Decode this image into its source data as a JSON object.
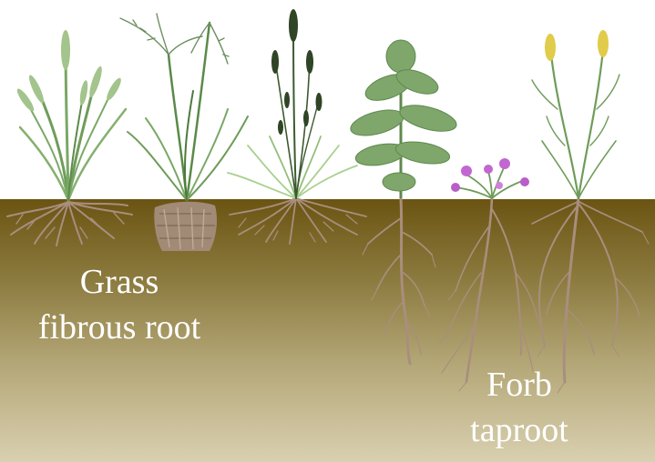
{
  "labels": {
    "grass_line1": "Grass",
    "grass_line2": "fibrous root",
    "forb_line1": "Forb",
    "forb_line2": "taproot"
  },
  "colors": {
    "soil_top": "#6b5412",
    "soil_bottom": "#d9d0b0",
    "leaf_green": "#6f9c5a",
    "root_tan": "#a98e7e",
    "flower_pink": "#c267d1",
    "seed_yellow": "#e0cc4a",
    "label_text": "#ffffff"
  },
  "plants": [
    {
      "group": "grass",
      "root_type": "fibrous"
    },
    {
      "group": "grass",
      "root_type": "fibrous"
    },
    {
      "group": "grass",
      "root_type": "fibrous"
    },
    {
      "group": "forb",
      "root_type": "taproot"
    },
    {
      "group": "forb",
      "root_type": "taproot"
    },
    {
      "group": "forb",
      "root_type": "taproot"
    }
  ]
}
